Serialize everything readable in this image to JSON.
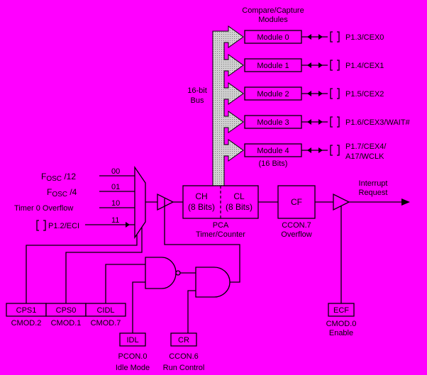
{
  "header": {
    "line1": "Compare/Capture",
    "line2": "Modules"
  },
  "bus": {
    "line1": "16-bit",
    "line2": "Bus"
  },
  "modules": [
    {
      "label": "Module 0",
      "pin": "P1.3/CEX0"
    },
    {
      "label": "Module 1",
      "pin": "P1.4/CEX1"
    },
    {
      "label": "Module 2",
      "pin": "P1.5/CEX2"
    },
    {
      "label": "Module 3",
      "pin": "P1.6/CEX3/WAIT#"
    },
    {
      "label": "Module 4",
      "pin": "P1.7/CEX4/",
      "pin2": "A17/WCLK",
      "note": "(16 Bits)"
    }
  ],
  "mux_inputs": [
    {
      "main": "F",
      "sub": "OSC",
      "suffix": " /12",
      "code": "00"
    },
    {
      "main": "F",
      "sub": "OSC",
      "suffix": " /4",
      "code": "01"
    },
    {
      "main": "Timer 0 Overflow",
      "code": "10"
    },
    {
      "main": "P1.2/ECI",
      "code": "11"
    }
  ],
  "pca": {
    "ch_label": "CH",
    "ch_bits": "(8 Bits)",
    "cl_label": "CL",
    "cl_bits": "(8 Bits)",
    "caption1": "PCA",
    "caption2": "Timer/Counter"
  },
  "cf": {
    "label": "CF",
    "caption1": "CCON.7",
    "caption2": "Overflow"
  },
  "interrupt": {
    "line1": "Interrupt",
    "line2": "Request"
  },
  "cmod_bits": [
    {
      "label": "CPS1",
      "caption": "CMOD.2"
    },
    {
      "label": "CPS0",
      "caption": "CMOD.1"
    },
    {
      "label": "CIDL",
      "caption": "CMOD.7"
    }
  ],
  "idl": {
    "label": "IDL",
    "caption1": "PCON.0",
    "caption2": "Idle Mode"
  },
  "cr": {
    "label": "CR",
    "caption1": "CCON.6",
    "caption2": "Run Control"
  },
  "ecf": {
    "label": "ECF",
    "caption1": "CMOD.0",
    "caption2": "Enable"
  },
  "colors": {
    "background": "#FF00FF",
    "bus_fill": "#C8C8C8",
    "line": "#000000"
  }
}
